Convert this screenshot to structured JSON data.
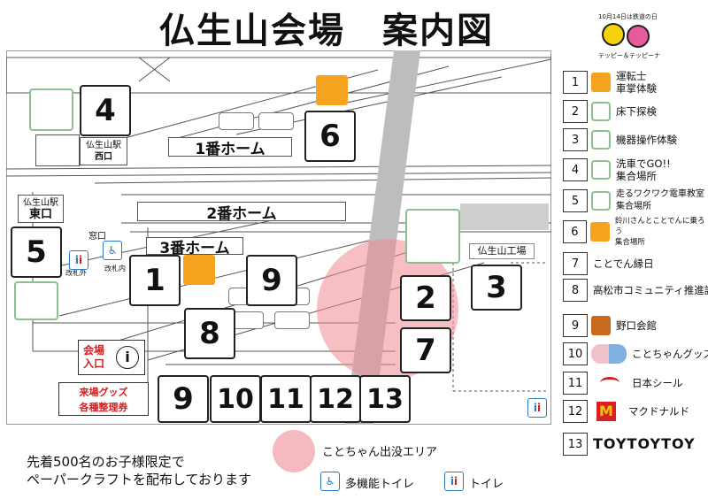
{
  "title": "仏生山会場　案内図",
  "mascot": {
    "caption": "10月14日は鉄道の日",
    "names": "テッピー＆テッピーナ"
  },
  "map": {
    "platform1": "1番ホーム",
    "platform2": "2番ホーム",
    "platform3": "3番ホーム",
    "west_exit_line1": "仏生山駅",
    "west_exit_line2": "西口",
    "east_exit_line1": "仏生山駅",
    "east_exit_line2": "東口",
    "window": "窓口",
    "gate_outside": "改札外",
    "gate_inside": "改札内",
    "factory": "仏生山工場",
    "entry_line1": "会場",
    "entry_line2": "入口",
    "info_icon_text": "i",
    "goods_line1": "来場グッズ",
    "goods_line2": "各種整理券",
    "boxes": {
      "b4": "4",
      "b6": "6",
      "b5": "5",
      "b1": "1",
      "b9a": "9",
      "b8": "8",
      "b2": "2",
      "b3": "3",
      "b7": "7",
      "r9": "9",
      "r10": "10",
      "r11": "11",
      "r12": "12",
      "r13": "13"
    }
  },
  "legend": [
    {
      "num": "1",
      "text": "運転士\n車掌体験",
      "icon": "conductor-icon"
    },
    {
      "num": "2",
      "text": "床下探検",
      "icon": "tunnel-icon"
    },
    {
      "num": "3",
      "text": "機器操作体験",
      "icon": "tunnel-icon"
    },
    {
      "num": "4",
      "text": "洗車でGO!!\n集合場所",
      "icon": "tunnel-icon"
    },
    {
      "num": "5",
      "text": "走るワクワク電車教室\n集合場所",
      "icon": "tunnel-icon"
    },
    {
      "num": "6",
      "text": "鈴川さんとことでんに乗ろう\n集合場所",
      "icon": "conductor-icon"
    },
    {
      "num": "7",
      "text": "ことでん縁日",
      "icon": ""
    },
    {
      "num": "8",
      "text": "高松市コミュニティ推進課",
      "icon": ""
    },
    {
      "num": "9",
      "text": "野口会館",
      "icon": "logo-icon"
    },
    {
      "num": "10",
      "text": "ことちゃんグッズ",
      "icon": "mascot-icon"
    },
    {
      "num": "11",
      "text": "日本シール",
      "icon": "seal-logo-icon"
    },
    {
      "num": "12",
      "text": "マクドナルド",
      "icon": "mcdonalds-icon"
    },
    {
      "num": "13",
      "text": "TOYTOYTOY",
      "icon": ""
    }
  ],
  "area_legend": "ことちゃん出没エリア",
  "multi_toilet": "多機能トイレ",
  "toilet": "トイレ",
  "bottom_note_line1": "先着500名のお子様限定で",
  "bottom_note_line2": "ペーパークラフトを配布しております",
  "colors": {
    "zone_pink": "#f08a94",
    "icon_orange": "#f4a31e",
    "icon_green": "#8cc08c",
    "accent_red": "#d02020",
    "toilet_blue": "#2a7bc4"
  }
}
